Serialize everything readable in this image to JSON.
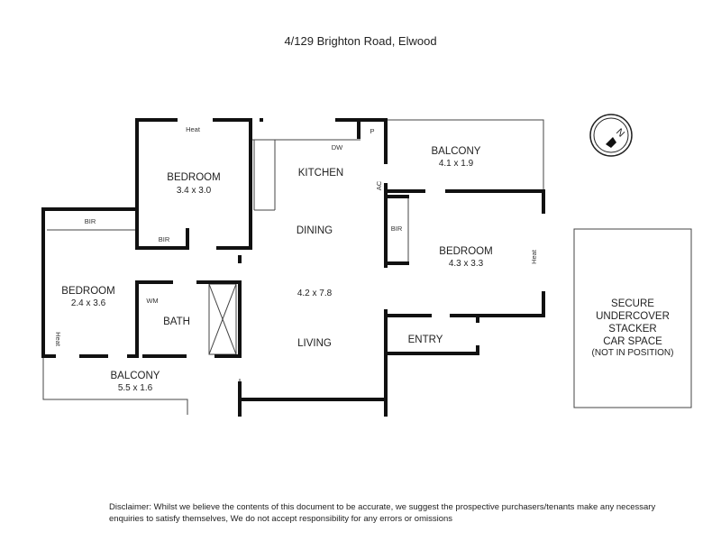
{
  "title": "4/129 Brighton Road, Elwood",
  "rooms": {
    "bedroom1": {
      "name": "BEDROOM",
      "size": "3.4 x 3.0"
    },
    "bedroom2": {
      "name": "BEDROOM",
      "size": "2.4 x 3.6"
    },
    "bedroom3": {
      "name": "BEDROOM",
      "size": "4.3 x 3.3"
    },
    "kitchen": {
      "name": "KITCHEN"
    },
    "dining": {
      "name": "DINING"
    },
    "living": {
      "name": "LIVING",
      "size": "4.2 x 7.8"
    },
    "bath": {
      "name": "BATH"
    },
    "entry": {
      "name": "ENTRY"
    },
    "balcony1": {
      "name": "BALCONY",
      "size": "4.1 x 1.9"
    },
    "balcony2": {
      "name": "BALCONY",
      "size": "5.5 x 1.6"
    }
  },
  "fixtures": {
    "heat": "Heat",
    "bir": "BIR",
    "dw": "DW",
    "p": "P",
    "ac": "AC",
    "wm": "WM"
  },
  "car_space": [
    "SECURE",
    "UNDERCOVER",
    "STACKER",
    "CAR SPACE",
    "(NOT IN POSITION)"
  ],
  "compass": "N",
  "disclaimer": [
    "Disclaimer: Whilst we believe the contents of this document to be accurate, we suggest the prospective purchasers/tenants make any necessary",
    "enquiries to satisfy themselves, We do not accept responsibility for any errors or omissions"
  ]
}
